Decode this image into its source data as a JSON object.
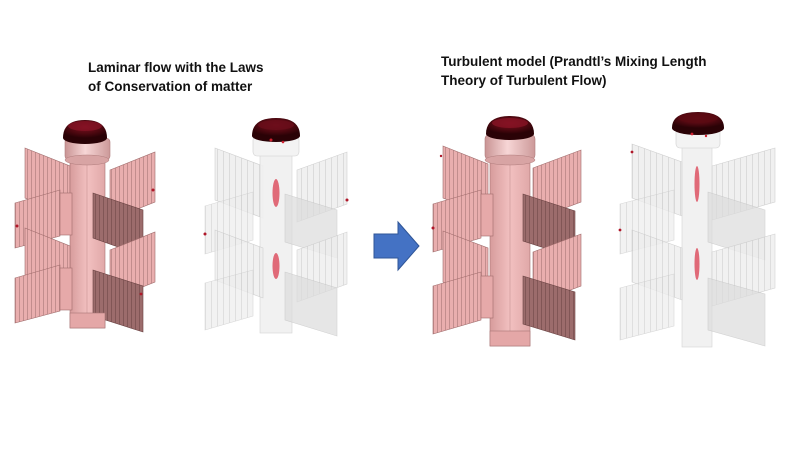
{
  "captions": {
    "laminar": {
      "line1": "Laminar flow with the Laws",
      "line2": "of Conservation of matter"
    },
    "turbulent": {
      "line1": "Turbulent model (Prandtl’s Mixing Length",
      "line2": "Theory of Turbulent Flow)"
    }
  },
  "colors": {
    "solid_fill": "#ecb1b1",
    "solid_shade": "#a97878",
    "solid_dark": "#7a5050",
    "transparent_fill": "#ececec",
    "transparent_line": "#c8c8c8",
    "cap_dark": "#5a0a12",
    "cap_red": "#b0182a",
    "arrow": "#4472c4"
  },
  "icons": {
    "arrow": "right-arrow-icon"
  }
}
